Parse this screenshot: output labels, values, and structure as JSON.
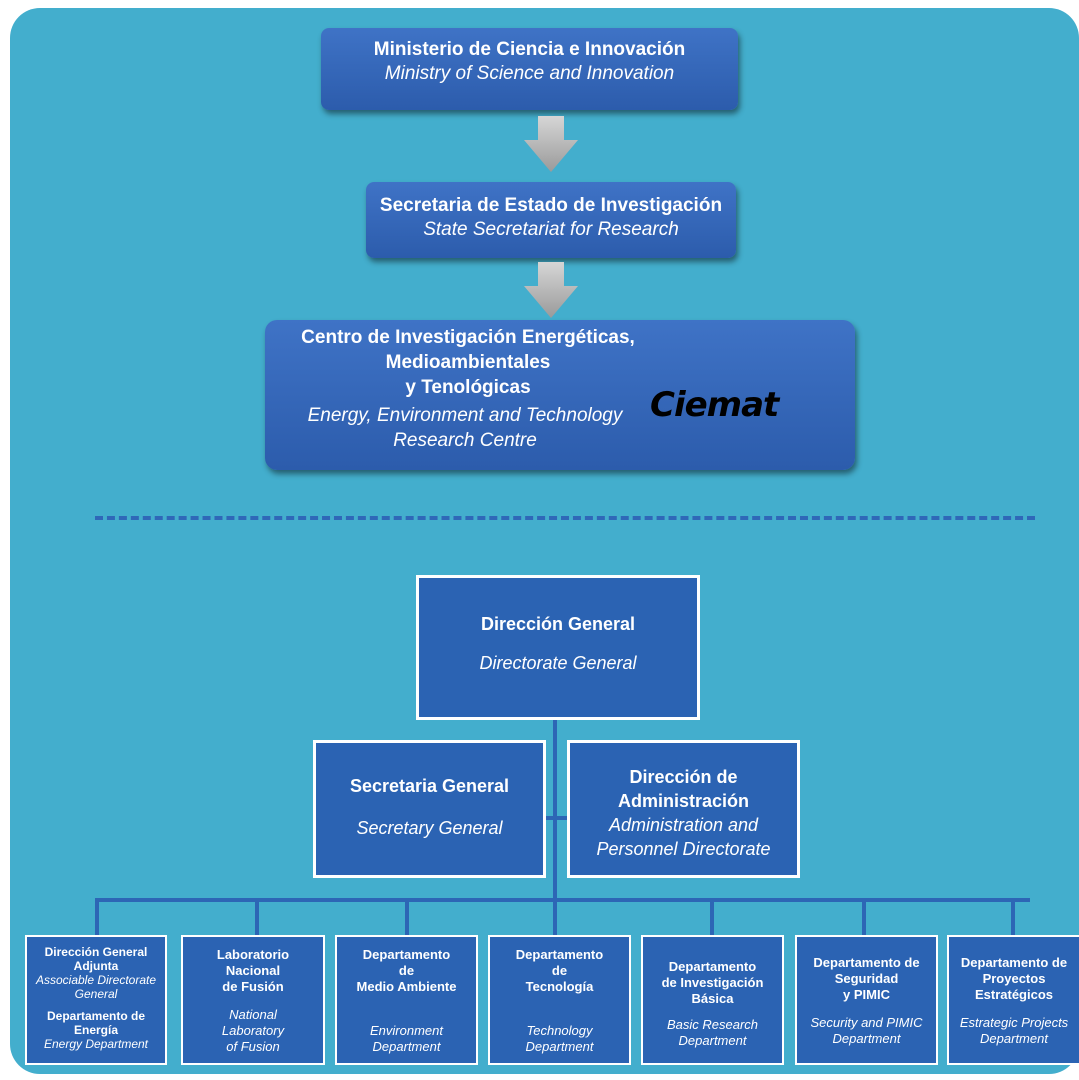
{
  "ministry": {
    "es": "Ministerio de Ciencia e Innovación",
    "en": "Ministry of Science and Innovation"
  },
  "secretariat": {
    "es": "Secretaria de Estado de Investigación",
    "en": "State Secretariat for Research"
  },
  "centre": {
    "es_line1": "Centro de Investigación Energéticas,",
    "es_line2": "Medioambientales",
    "es_line3": "y Tenológicas",
    "en_line1": "Energy, Environment and Technology",
    "en_line2": "Research Centre",
    "logo": "Ciemat"
  },
  "directorate": {
    "es": "Dirección General",
    "en": "Directorate General"
  },
  "secretary_general": {
    "es": "Secretaria General",
    "en": "Secretary General"
  },
  "administration": {
    "es_line1": "Dirección de",
    "es_line2": "Administración",
    "en_line1": "Administration and",
    "en_line2": "Personnel Directorate"
  },
  "departments": [
    {
      "es1": "Dirección General",
      "es2": "Adjunta",
      "en1": "Associable Directorate",
      "en2": "General",
      "es3": "Departamento de",
      "es4": "Energía",
      "en3": "Energy Department"
    },
    {
      "es1": "Laboratorio",
      "es2": "Nacional",
      "es3": "de Fusión",
      "en1": "National",
      "en2": "Laboratory",
      "en3": "of Fusion"
    },
    {
      "es1": "Departamento",
      "es2": "de",
      "es3": "Medio Ambiente",
      "en1": "Environment",
      "en2": "Department"
    },
    {
      "es1": "Departamento",
      "es2": "de",
      "es3": "Tecnología",
      "en1": "Technology",
      "en2": "Department"
    },
    {
      "es1": "Departamento",
      "es2": "de Investigación",
      "es3": "Básica",
      "en1": "Basic Research",
      "en2": "Department"
    },
    {
      "es1": "Departamento de",
      "es2": "Seguridad",
      "es3": "y PIMIC",
      "en1": "Security and PIMIC",
      "en2": "Department"
    },
    {
      "es1": "Departamento de",
      "es2": "Proyectos",
      "es3": "Estratégicos",
      "en1": "Estrategic Projects",
      "en2": "Department"
    }
  ]
}
